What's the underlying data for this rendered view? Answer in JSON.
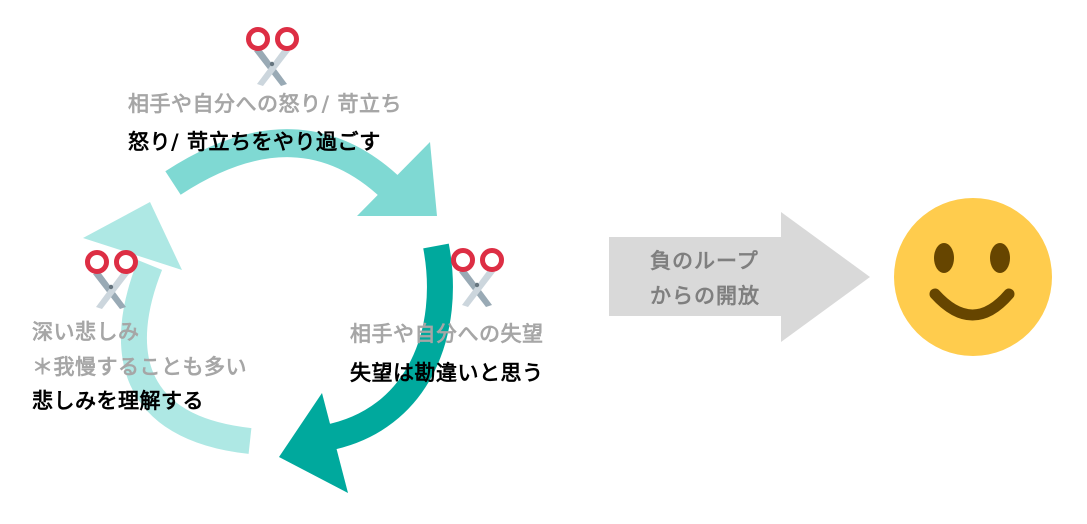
{
  "nodes": {
    "top": {
      "cause": "相手や自分への怒り/ 苛立ち",
      "action": "怒り/ 苛立ちをやり過ごす"
    },
    "right": {
      "cause": "相手や自分への失望",
      "action": "失望は勘違いと思う"
    },
    "left": {
      "cause_line1": "深い悲しみ",
      "cause_line2": "＊我慢することも多い",
      "action": "悲しみを理解する"
    }
  },
  "result_arrow": {
    "line1": "負のループ",
    "line2": "からの開放"
  },
  "icons": {
    "cut": "scissors-icon",
    "result": "smiling-face-icon"
  },
  "colors": {
    "arc_top": "#7fd9d3",
    "arc_right": "#00a99d",
    "arc_left": "#aee8e4",
    "scissors_handle": "#dd2e44",
    "scissors_blade": "#99aab5",
    "big_arrow": "#d9d9d9",
    "face": "#ffcc4d",
    "face_features": "#664500"
  }
}
